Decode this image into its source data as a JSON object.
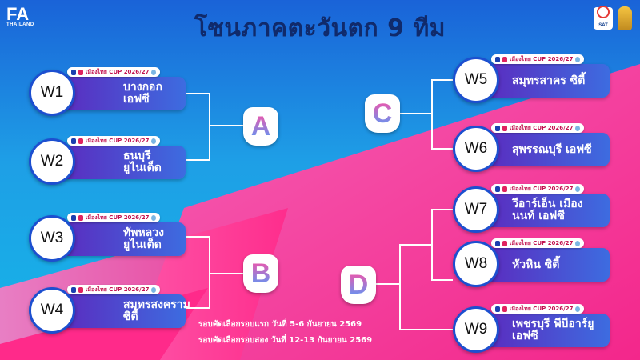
{
  "header": {
    "fa_logo_text": "FA",
    "fa_logo_sub": "THAILAND",
    "title": "โซนภาคตะวันตก 9 ทีม",
    "sat_logo_text": "SAT"
  },
  "tag_text": "เมืองไทย CUP 2026/27",
  "teams": [
    {
      "seed": "W1",
      "name": "บางกอก เอฟซี"
    },
    {
      "seed": "W2",
      "name": "ธนบุรี ยูไนเต็ด"
    },
    {
      "seed": "W3",
      "name": "ทัพหลวง ยูไนเต็ด"
    },
    {
      "seed": "W4",
      "name": "สมุทรสงคราม ซิตี้"
    },
    {
      "seed": "W5",
      "name": "สมุทรสาคร ซิตี้"
    },
    {
      "seed": "W6",
      "name": "สุพรรณบุรี เอฟซี"
    },
    {
      "seed": "W7",
      "name": "วีอาร์เอ็น เมืองนนท์ เอฟซี"
    },
    {
      "seed": "W8",
      "name": "หัวหิน ซิตี้"
    },
    {
      "seed": "W9",
      "name": "เพชรบุรี พีบีอาร์ยู เอฟซี"
    }
  ],
  "groups": [
    "A",
    "B",
    "C",
    "D"
  ],
  "notes": {
    "round1": "รอบคัดเลือกรอบแรก วันที่ 5-6 กันยายน 2569",
    "round2": "รอบคัดเลือกรอบสอง วันที่ 12-13 กันยายน 2569"
  },
  "colors": {
    "pill_start": "#5b2bbf",
    "pill_end": "#3d6ce0",
    "pink": "#ff2f8e",
    "blue": "#1a63d8"
  }
}
